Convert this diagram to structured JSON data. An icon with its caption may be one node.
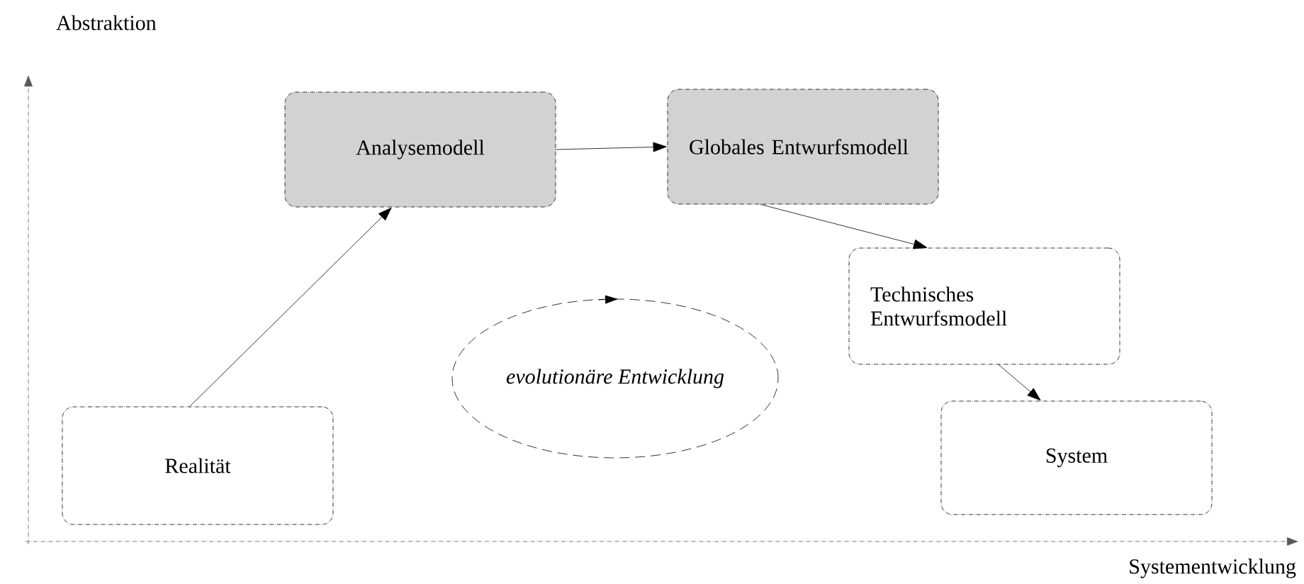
{
  "diagram": {
    "nodes": [
      {
        "text": [
          "Analysemodell"
        ]
      },
      {
        "text": [
          "Globales Entwurfsmodell"
        ]
      },
      {
        "text": [
          "Technisches Entwurfsmodell"
        ]
      },
      {
        "text": [
          "evolutionäre Entwicklung"
        ]
      },
      {
        "text": [
          "Realität"
        ]
      },
      {
        "text": [
          "System"
        ]
      }
    ],
    "edges": [
      {
        "from": 4,
        "to": 0,
        "arrow": "to"
      },
      {
        "from": 0,
        "to": 1,
        "arrow": "to"
      },
      {
        "from": 1,
        "to": 2,
        "arrow": "to"
      },
      {
        "from": 2,
        "to": 5,
        "arrow": "to"
      }
    ],
    "labels": [
      "Abstraktion",
      "Systementwicklung"
    ]
  }
}
